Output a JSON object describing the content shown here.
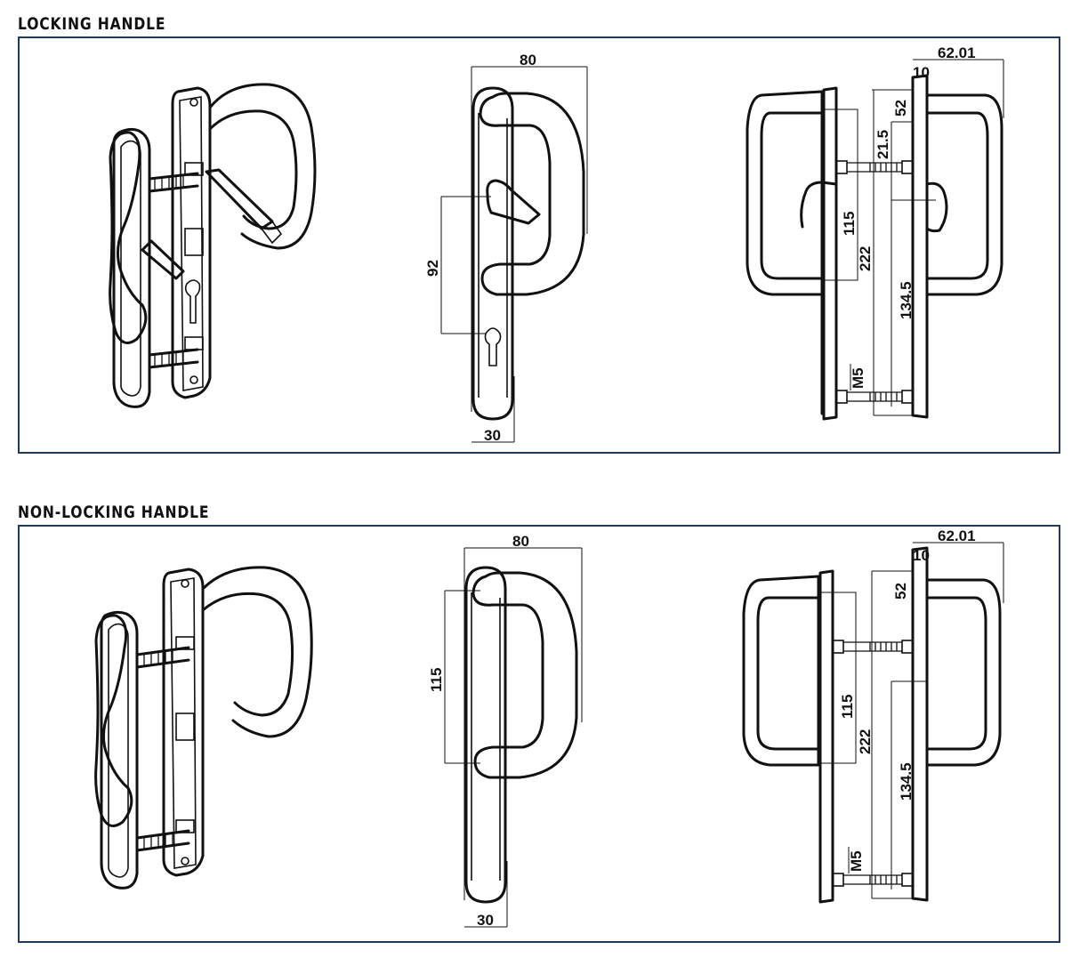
{
  "sections": [
    {
      "title": "LOCKING HANDLE",
      "dimensions": {
        "front_width": "80",
        "spindle_to_keyhole": "92",
        "plate_width": "30",
        "depth": "62.01",
        "plate_thickness": "10",
        "backset": "52",
        "offset": "21.5",
        "fixing_centres": "115",
        "plate_length": "222",
        "screw_centres": "134.5",
        "thread": "M5"
      }
    },
    {
      "title": "NON-LOCKING HANDLE",
      "dimensions": {
        "front_width": "80",
        "fixing_centres_front": "115",
        "plate_width": "30",
        "depth": "62.01",
        "plate_thickness": "10",
        "backset": "52",
        "fixing_centres": "115",
        "plate_length": "222",
        "screw_centres": "134.5",
        "thread": "M5"
      }
    }
  ]
}
